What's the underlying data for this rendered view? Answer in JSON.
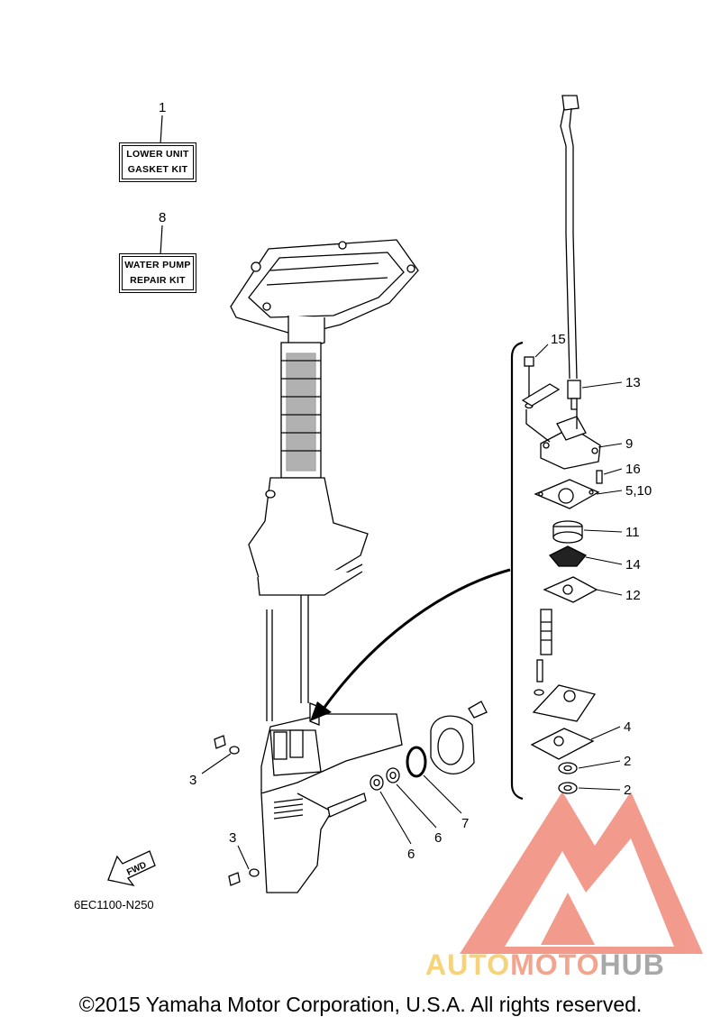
{
  "kits": [
    {
      "ref": "1",
      "line1": "LOWER UNIT",
      "line2": "GASKET KIT"
    },
    {
      "ref": "8",
      "line1": "WATER PUMP",
      "line2": "REPAIR KIT"
    }
  ],
  "callouts": {
    "c15": "15",
    "c13": "13",
    "c9": "9",
    "c16": "16",
    "c5_10": "5,10",
    "c11": "11",
    "c14": "14",
    "c12": "12",
    "c4": "4",
    "c2a": "2",
    "c2b": "2",
    "c3a": "3",
    "c3b": "3",
    "c6a": "6",
    "c6b": "6",
    "c7": "7"
  },
  "fwd_label": "FWD",
  "part_code": "6EC1100-N250",
  "copyright": "©2015 Yamaha Motor Corporation, U.S.A. All rights reserved.",
  "watermark": {
    "part1": "AUTO",
    "part2": "MOTO",
    "part3": "HUB",
    "colors": {
      "auto": "#f6d27a",
      "moto": "#f2a48e",
      "hub": "#a8a8a8",
      "logo": "#f08a7a"
    }
  }
}
